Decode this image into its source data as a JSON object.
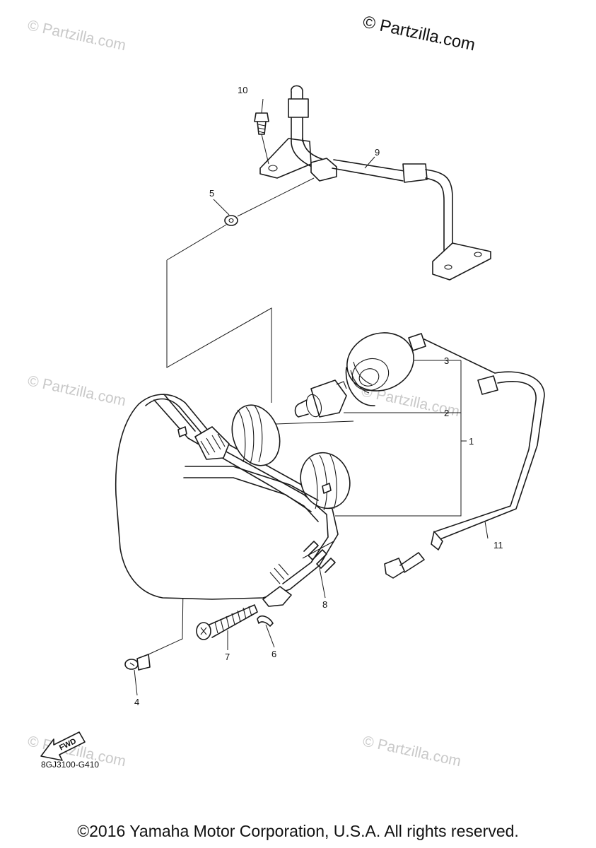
{
  "watermark": {
    "main": "© Partzilla.com",
    "faint": "© Partzilla.com"
  },
  "diagram_code": "8GJ3100-G410",
  "fwd_label": "FWD",
  "copyright": "©2016 Yamaha Motor Corporation, U.S.A. All rights reserved.",
  "callouts": {
    "c1": "1",
    "c2": "2",
    "c3": "3",
    "c4": "4",
    "c5": "5",
    "c6": "6",
    "c7": "7",
    "c8": "8",
    "c9": "9",
    "c10": "10",
    "c11": "11"
  },
  "parts": [
    {
      "ref": "1",
      "part": "headlight-assembly"
    },
    {
      "ref": "2",
      "part": "bulb"
    },
    {
      "ref": "3",
      "part": "bulb-cover"
    },
    {
      "ref": "4",
      "part": "fastener-clip"
    },
    {
      "ref": "5",
      "part": "grommet"
    },
    {
      "ref": "6",
      "part": "spring-nut"
    },
    {
      "ref": "7",
      "part": "adjusting-screw"
    },
    {
      "ref": "8",
      "part": "spring"
    },
    {
      "ref": "9",
      "part": "headlight-stay"
    },
    {
      "ref": "10",
      "part": "bolt"
    },
    {
      "ref": "11",
      "part": "wire-harness"
    }
  ]
}
